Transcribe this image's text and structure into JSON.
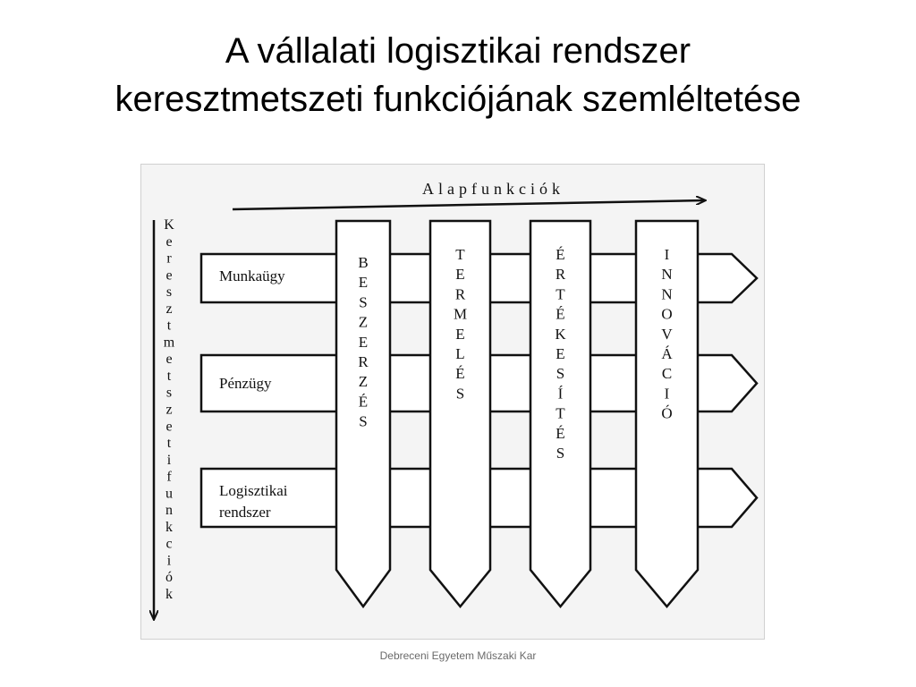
{
  "title": {
    "line1": "A vállalati logisztikai rendszer",
    "line2": "keresztmetszeti funkciójának szemléltetése"
  },
  "diagram": {
    "top_axis_label": "Alapfunkciók",
    "left_axis_label": "Keresztmetszeti funkciók",
    "rows": [
      {
        "lines": [
          "Munkaügy"
        ]
      },
      {
        "lines": [
          "Pénzügy"
        ]
      },
      {
        "lines": [
          "Logisztikai",
          "rendszer"
        ]
      }
    ],
    "columns": [
      {
        "word": "BESZERZÉS"
      },
      {
        "word": "TERMELÉS"
      },
      {
        "word": "ÉRTÉKESÍTÉS"
      },
      {
        "word": "INNOVÁCIÓ"
      }
    ]
  },
  "footer": "Debreceni Egyetem Műszaki Kar",
  "colors": {
    "stroke": "#111111",
    "diagram_bg": "#f4f4f4",
    "footer_text": "#6a6a6a"
  }
}
